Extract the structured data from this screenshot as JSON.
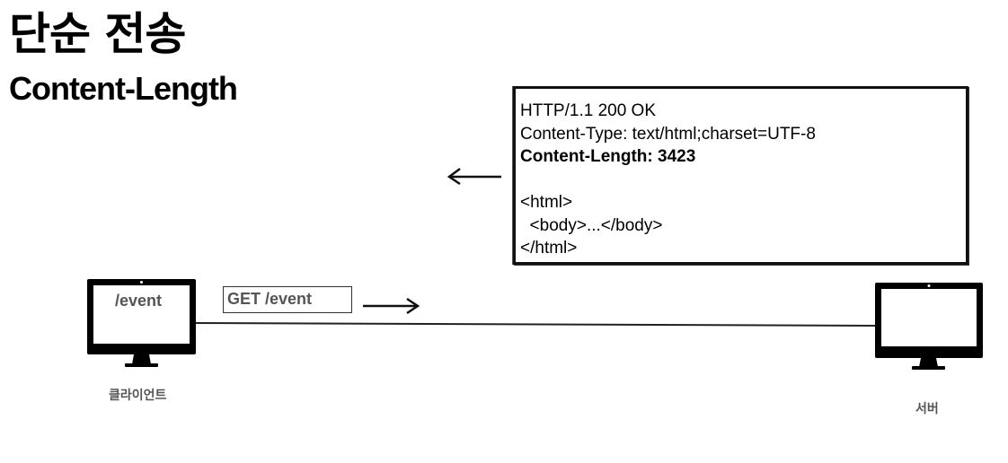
{
  "title": "단순 전송",
  "subtitle": "Content-Length",
  "response": {
    "lines": [
      {
        "text": "HTTP/1.1 200 OK",
        "bold": false
      },
      {
        "text": "Content-Type: text/html;charset=UTF-8",
        "bold": false
      },
      {
        "text": "Content-Length: 3423",
        "bold": true
      },
      {
        "text": "",
        "bold": false
      },
      {
        "text": "<html>",
        "bold": false
      },
      {
        "text": "  <body>...</body>",
        "bold": false
      },
      {
        "text": "</html>",
        "bold": false
      }
    ]
  },
  "request": {
    "label": "GET /event"
  },
  "client": {
    "screen_text": "/event",
    "caption": "클라이언트"
  },
  "server": {
    "caption": "서버"
  },
  "colors": {
    "stroke": "#000000",
    "label_gray": "#555555"
  },
  "icons": {
    "client": "monitor-icon",
    "server": "monitor-icon",
    "request_arrow": "arrow-right-icon",
    "response_arrow": "arrow-left-icon"
  }
}
